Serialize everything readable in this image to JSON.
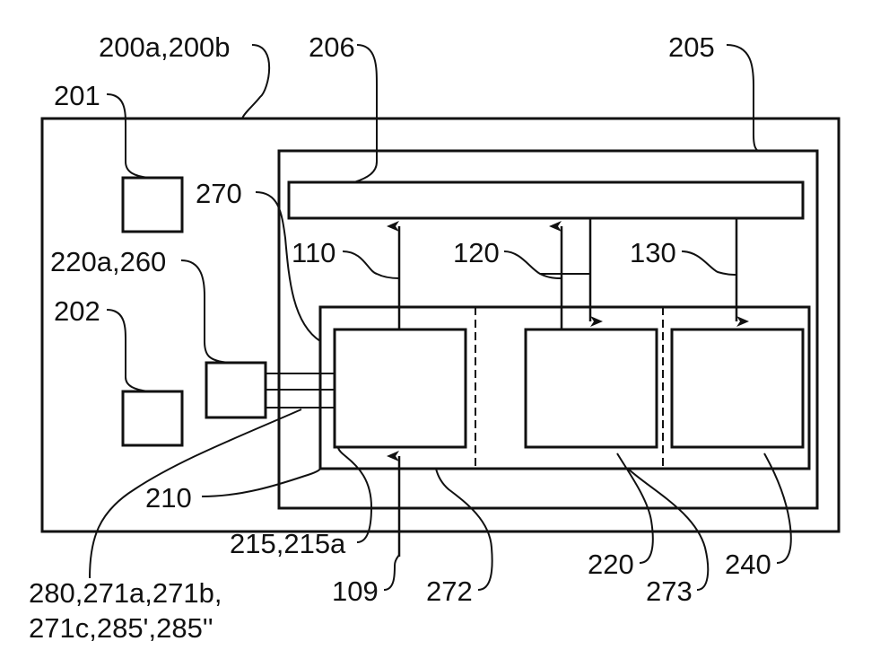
{
  "labels": {
    "device": "200a,200b",
    "component_201": "201",
    "component_202": "202",
    "module_205": "205",
    "bus_206": "206",
    "connector": "220a,260",
    "boundary_270": "270",
    "signal_110": "110",
    "signal_120": "120",
    "signal_130": "130",
    "substrate_210": "210",
    "block_215": "215,215a",
    "input_109": "109",
    "region_272": "272",
    "block_220": "220",
    "region_273": "273",
    "block_240": "240",
    "wires_line1": "280,271a,271b,",
    "wires_line2": "271c,285',285''"
  }
}
